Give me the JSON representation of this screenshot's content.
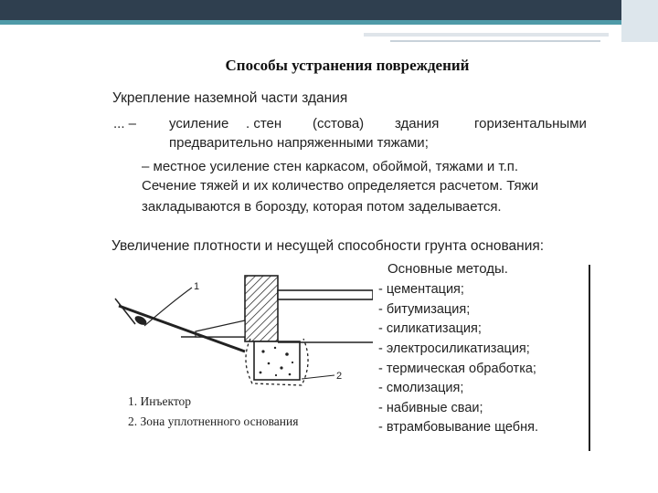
{
  "slide": {
    "title": "Способы устранения повреждений"
  },
  "section1": {
    "heading": "Укрепление наземной части здания",
    "row1": {
      "marker": "...  –",
      "w1": "усиление",
      "w2": ". стен",
      "w3": "(сстова)",
      "w4": "здания",
      "w5": "горизентальными"
    },
    "line2": "предварительно напряженными тяжами;",
    "line3": "–   местное усиление стен каркасом, обоймой, тяжами и т.п.",
    "line4": "Сечение тяжей и их количество  определяется расчетом. Тяжи",
    "line5": "закладываются в борозду, которая потом заделывается."
  },
  "section2": {
    "heading": "Увеличение плотности и несущей способности грунта основания:",
    "methods_heading": "Основные методы.",
    "methods": [
      "- цементация;",
      "- битумизация;",
      "- силикатизация;",
      "- электросиликатизация;",
      "- термическая обработка;",
      "- смолизация;",
      "- набивные сваи;",
      "- втрамбовывание щебня."
    ],
    "figure_labels": {
      "label1": "1",
      "label2": "2"
    },
    "legend": [
      "1.  Инъектор",
      "2.  Зона уплотненного основания"
    ]
  }
}
